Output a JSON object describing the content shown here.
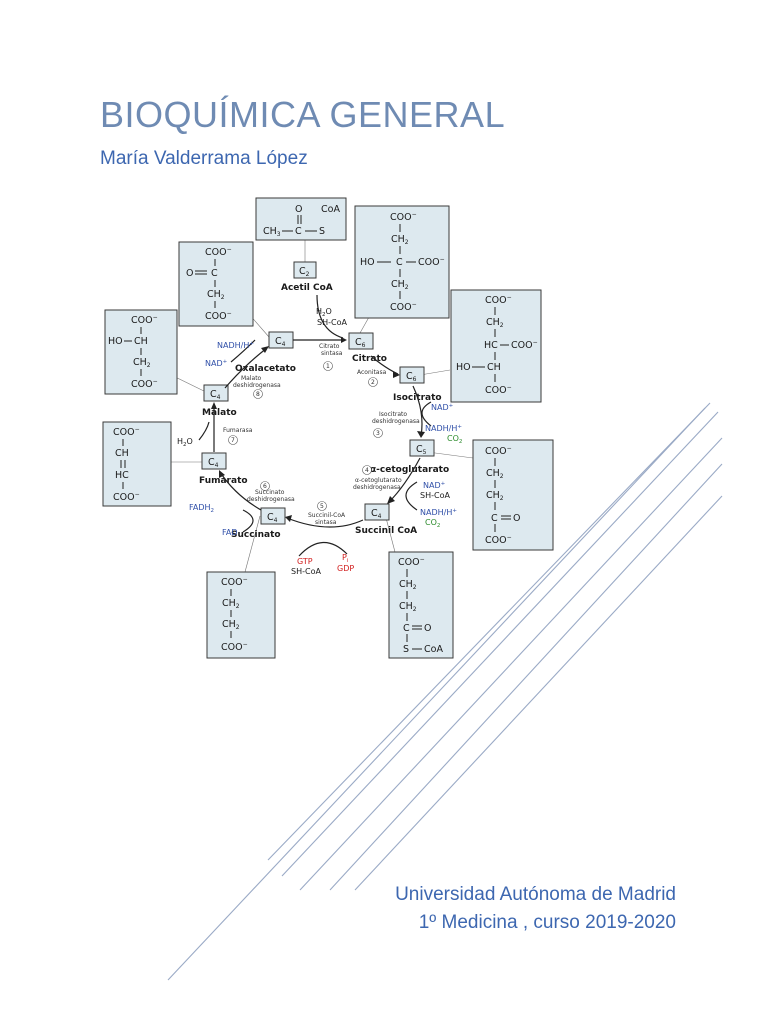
{
  "doc": {
    "title": "BIOQUÍMICA GENERAL",
    "author": "María Valderrama López",
    "institution": "Universidad Autónoma de Madrid",
    "course": "1º Medicina , curso 2019-2020"
  },
  "diagram": {
    "carbons": {
      "c2": "C",
      "c2sub": "2",
      "c6a": "C",
      "c6asub": "6",
      "c6b": "C",
      "c6bsub": "6",
      "c5": "C",
      "c5sub": "5",
      "c4succoa": "C",
      "c4succoasub": "4",
      "c4succ": "C",
      "c4succsub": "4",
      "c4fum": "C",
      "c4fumsub": "4",
      "c4mal": "C",
      "c4malsub": "4",
      "c4oxa": "C",
      "c4oxasub": "4"
    },
    "names": {
      "acetilcoa": "Acetil CoA",
      "citrato": "Citrato",
      "isocitrato": "Isocitrato",
      "akg": "α-cetoglutarato",
      "succoa": "Succinil CoA",
      "succinato": "Succinato",
      "fumarato": "Fumarato",
      "malato": "Malato",
      "oxalacetato": "Oxalacetato"
    },
    "enzymes": {
      "citrato_sintasa_1": "Citrato",
      "citrato_sintasa_2": "sintasa",
      "aconitasa": "Aconitasa",
      "isocitrato_dh_1": "Isocitrato",
      "isocitrato_dh_2": "deshidrogenasa",
      "akg_dh_1": "α-cetoglutarato",
      "akg_dh_2": "deshidrogenasa",
      "succcoa_sintasa_1": "Succinil-CoA",
      "succcoa_sintasa_2": "sintasa",
      "succinato_dh_1": "Succinato",
      "succinato_dh_2": "deshidrogenasa",
      "fumarasa": "Fumarasa",
      "malato_dh_1": "Malato",
      "malato_dh_2": "deshidrogenasa"
    },
    "steps": [
      "1",
      "2",
      "3",
      "4",
      "5",
      "6",
      "7",
      "8"
    ],
    "cofactors": {
      "h2o_1": "H",
      "h2o_1a": "2",
      "h2o_1b": "O",
      "shcoa_1": "SH-CoA",
      "nad_1": "NAD",
      "nad_1sup": "+",
      "nadh_1": "NADH/H",
      "nadh_1sup": "+",
      "co2_1": "CO",
      "co2_1sub": "2",
      "nad_2": "NAD",
      "nad_2sup": "+",
      "shcoa_2": "SH-CoA",
      "nadh_2": "NADH/H",
      "nadh_2sup": "+",
      "co2_2": "CO",
      "co2_2sub": "2",
      "gtp": "GTP",
      "shcoa_3": "SH-CoA",
      "pi": "P",
      "pisub": "i",
      "gdp": "GDP",
      "fadh2": "FADH",
      "fadh2sub": "2",
      "fad": "FAD",
      "h2o_2": "H",
      "h2o_2a": "2",
      "h2o_2b": "O",
      "nadh_3": "NADH/H",
      "nadh_3sup": "+",
      "nad_3": "NAD",
      "nad_3sup": "+"
    },
    "formulas": {
      "acetil": {
        "o": "O",
        "coa": "CoA",
        "ch3": "CH",
        "ch3sub": "3",
        "c": "C",
        "s": "S"
      },
      "citrato": {
        "coo1": "COO",
        "ch2a": "CH",
        "ho": "HO",
        "c": "C",
        "coo2": "COO",
        "ch2b": "CH",
        "coo3": "COO",
        "m": "−",
        "two": "2"
      },
      "isocitrato": {
        "coo1": "COO",
        "ch2": "CH",
        "hc": "HC",
        "coo2": "COO",
        "ho": "HO",
        "ch": "CH",
        "coo3": "COO",
        "m": "−",
        "two": "2"
      },
      "akg": {
        "coo1": "COO",
        "ch2a": "CH",
        "ch2b": "CH",
        "c": "C",
        "o": "O",
        "coo2": "COO",
        "m": "−",
        "two": "2"
      },
      "succoa": {
        "coo": "COO",
        "ch2a": "CH",
        "ch2b": "CH",
        "c": "C",
        "o": "O",
        "s": "S",
        "coa": "CoA",
        "m": "−",
        "two": "2"
      },
      "succinato": {
        "coo1": "COO",
        "ch2a": "CH",
        "ch2b": "CH",
        "coo2": "COO",
        "m": "−",
        "two": "2"
      },
      "fumarato": {
        "coo1": "COO",
        "ch": "CH",
        "hc": "HC",
        "coo2": "COO",
        "m": "−"
      },
      "malato": {
        "coo1": "COO",
        "ho": "HO",
        "ch": "CH",
        "ch2": "CH",
        "coo2": "COO",
        "m": "−",
        "two": "2"
      },
      "oxalacetato": {
        "coo1": "COO",
        "o": "O",
        "c": "C",
        "ch2": "CH",
        "coo2": "COO",
        "m": "−",
        "two": "2"
      }
    }
  }
}
